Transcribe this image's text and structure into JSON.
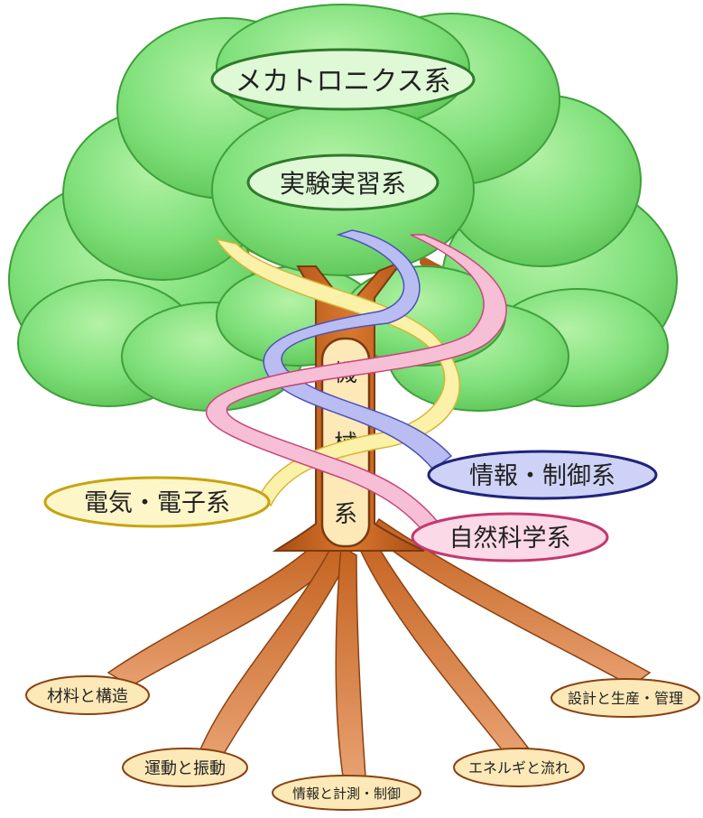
{
  "canopy": {
    "top_label": "メカトロニクス系",
    "second_label": "実験実習系"
  },
  "trunk": {
    "chars": [
      "機",
      "械",
      "系"
    ]
  },
  "ribbons": {
    "blue": "情報・制御系",
    "yellow": "電気・電子系",
    "pink": "自然科学系"
  },
  "roots": {
    "materials": "材料と構造",
    "motion": "運動と振動",
    "measurement": "情報と計測・制御",
    "energy": "エネルギと流れ",
    "design": "設計と生産・管理"
  },
  "colors": {
    "leaf": "#7fe07a",
    "leaf_dark": "#3f9f3b",
    "trunk": "#c4621f",
    "ribbon_blue": "#b9bdf2",
    "ribbon_yellow": "#fbf1a8",
    "ribbon_pink": "#f7bfd6"
  }
}
